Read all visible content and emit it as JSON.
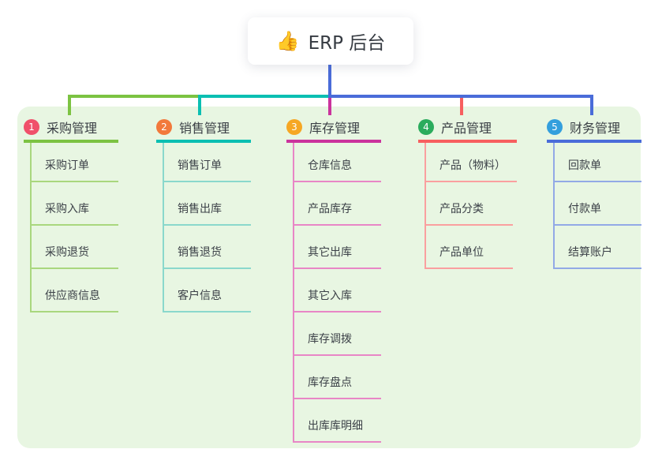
{
  "root": {
    "icon": "👍",
    "title": "ERP 后台"
  },
  "canvas": {
    "panel_background": "#e8f6e2",
    "root_line_color": "#4a6cd9"
  },
  "branches": [
    {
      "badge": "1",
      "label": "采购管理",
      "badge_color": "#f0506a",
      "line_color": "#7cc342",
      "child_line_color": "#a9d77e",
      "children": [
        "采购订单",
        "采购入库",
        "采购退货",
        "供应商信息"
      ]
    },
    {
      "badge": "2",
      "label": "销售管理",
      "badge_color": "#f2793b",
      "line_color": "#0bbfb2",
      "child_line_color": "#8ad8cc",
      "children": [
        "销售订单",
        "销售出库",
        "销售退货",
        "客户信息"
      ]
    },
    {
      "badge": "3",
      "label": "库存管理",
      "badge_color": "#f6a723",
      "line_color": "#cb339d",
      "child_line_color": "#e886c6",
      "children": [
        "仓库信息",
        "产品库存",
        "其它出库",
        "其它入库",
        "库存调拨",
        "库存盘点",
        "出库库明细"
      ]
    },
    {
      "badge": "4",
      "label": "产品管理",
      "badge_color": "#2bac5d",
      "line_color": "#f75f5f",
      "child_line_color": "#fa9f9f",
      "children": [
        "产品（物料）",
        "产品分类",
        "产品单位"
      ]
    },
    {
      "badge": "5",
      "label": "财务管理",
      "badge_color": "#339fdd",
      "line_color": "#4a6cd9",
      "child_line_color": "#92a9e6",
      "children": [
        "回款单",
        "付款单",
        "结算账户"
      ]
    }
  ]
}
